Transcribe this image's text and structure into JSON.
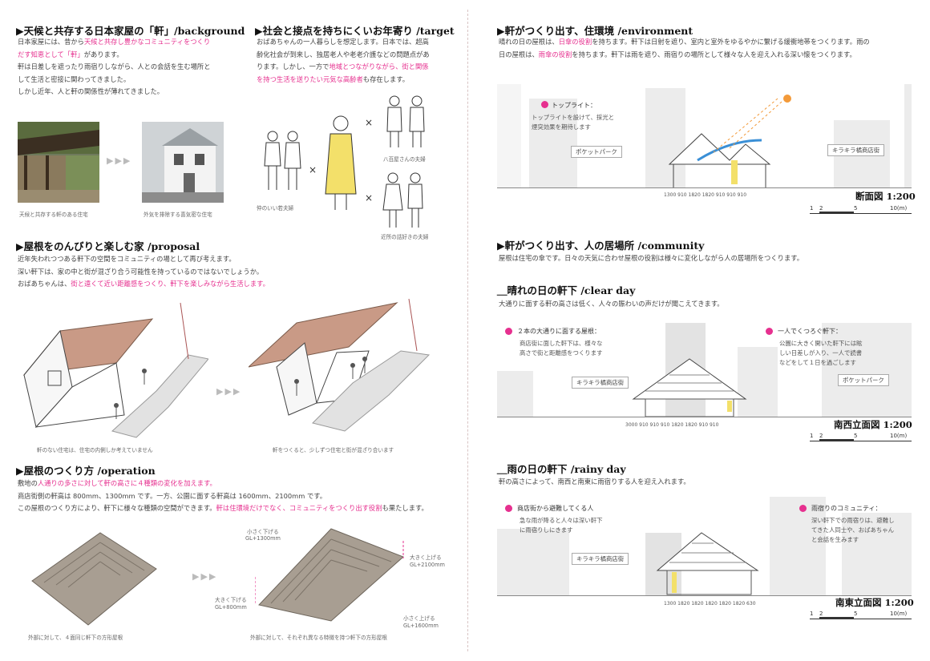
{
  "left": {
    "background": {
      "heading": "▶天候と共存する日本家屋の「軒」/background",
      "lines": [
        {
          "a": "日本家屋には、昔から",
          "b": "天候と共存し豊かなコミュニティをつくり",
          "c": ""
        },
        {
          "a": "",
          "b": "だす知恵として「軒」",
          "c": "があります。"
        },
        {
          "a": "軒は日差しを遮ったり雨宿りしながら、人との会話を生む場所と",
          "b": "",
          "c": ""
        },
        {
          "a": "して生活と密接に関わってきました。",
          "b": "",
          "c": ""
        },
        {
          "a": "しかし近年、人と軒の関係性が薄れてきました。",
          "b": "",
          "c": ""
        }
      ],
      "caption1": "天候と共存する軒のある住宅",
      "caption2": "外気を排除する喜気密な住宅",
      "arrows": "▶▶▶"
    },
    "target": {
      "heading": "▶社会と接点を持ちにくいお年寄り /target",
      "lines": [
        {
          "a": "おばあちゃんの一人暮らしを想定します。日本では、超高",
          "b": "",
          "c": ""
        },
        {
          "a": "齢化社会が到来し、独居老人や老老介護などの問題点があ",
          "b": "",
          "c": ""
        },
        {
          "a": "ります。しかし、一方で",
          "b": "地域とつながりながら、街と関係",
          "c": ""
        },
        {
          "a": "",
          "b": "を持つ生活を送りたい元気な高齢者",
          "c": "も存在します。"
        }
      ],
      "cap_couple": "仲のいい若夫婦",
      "cap_grocer": "八百屋さんの夫婦",
      "cap_neighbor": "近所の話好きの夫婦",
      "times": "×"
    },
    "proposal": {
      "heading": "▶屋根をのんびりと楽しむ家 /proposal",
      "lines": [
        {
          "a": "近年失われつつある軒下の空間をコミュニティの場として再び考えます。",
          "b": "",
          "c": ""
        },
        {
          "a": "深い軒下は、家の中と街が混ざり合う可能性を持っているのではないでしょうか。",
          "b": "",
          "c": ""
        },
        {
          "a": "おばあちゃんは、",
          "b": "街と遠くて近い距離感をつくり、軒下を楽しみながら生活します。",
          "c": ""
        }
      ],
      "caption1": "軒のない住宅は、住宅の内側しか考えていません",
      "caption2": "軒をつくると、少しずつ住宅と街が混ざり合います",
      "arrows": "▶▶▶"
    },
    "operation": {
      "heading": "▶屋根のつくり方 /operation",
      "lines": [
        {
          "a": "敷地の",
          "b": "人通りの多さに対して軒の高さに４種類の変化を加えます。",
          "c": ""
        },
        {
          "a": "商店街側の軒高は 800mm、1300mm です。一方、公園に面する軒高は 1600mm、2100mm です。",
          "b": "",
          "c": ""
        },
        {
          "a": "この屋根のつくり方により、軒下に様々な種類の空間ができます。",
          "b": "軒は住環境だけでなく、コミュニティをつくり出す役割",
          "c": "も果たします。"
        }
      ],
      "label_small_down": "小さく下げる",
      "label_small_down_v": "GL+1300mm",
      "label_big_up": "大きく上げる",
      "label_big_up_v": "GL+2100mm",
      "label_big_down": "大きく下げる",
      "label_big_down_v": "GL+800mm",
      "label_small_up": "小さく上げる",
      "label_small_up_v": "GL+1600mm",
      "caption1": "外部に対して、４面同じ軒下の方形屋根",
      "caption2": "外部に対して、それぞれ異なる特徴を持つ軒下の方形屋根",
      "arrows": "▶▶▶"
    }
  },
  "right": {
    "environment": {
      "heading": "▶軒がつくり出す、住環境 /environment",
      "lines": [
        {
          "a": "晴れの日の屋根は、",
          "b": "日傘の役割",
          "c": "を持ちます。軒下は日射を遮り、室内と室外をゆるやかに繋げる緩衝地帯をつくります。雨の"
        },
        {
          "a": "日の屋根は、",
          "b": "雨傘の役割",
          "c": "を持ちます。軒下は雨を遮り、雨宿りの場所として様々な人を迎え入れる深い懐をつくります。"
        }
      ],
      "point_title": "トップライト：",
      "point_text1": "トップライトを設けて、採光と",
      "point_text2": "煙突効果を期待します",
      "tag_park": "ポケットパーク",
      "tag_street": "キラキラ橘商店街",
      "dims": "1300 910 1820  1820 910 910 910",
      "scale_title": "断面図 1:200"
    },
    "community": {
      "heading": "▶軒がつくり出す、人の居場所 /community",
      "text": "屋根は住宅の傘です。日々の天気に合わせ屋根の役割は様々に変化しながら人の居場所をつくります。"
    },
    "clear": {
      "heading": "＿晴れの日の軒下 /clear day",
      "text": "大通りに面する軒の高さは低く、人々の賑わいの声だけが聞こえてきます。",
      "point1_title": "２本の大通りに面する屋根：",
      "point1_text1": "商店街に面した軒下は、様々な",
      "point1_text2": "高さで街と距離感をつくります",
      "point2_title": "一人でくつろぐ軒下：",
      "point2_text1": "公園に大きく開いた軒下には眩",
      "point2_text2": "しい日差しが入り、一人で読書",
      "point2_text3": "などをして１日を過ごします",
      "tag_street": "キラキラ橘商店街",
      "tag_park": "ポケットパーク",
      "dims": "3000  910 910 910 1820  1820 910 910",
      "scale_title": "南西立面図 1:200"
    },
    "rainy": {
      "heading": "＿雨の日の軒下 /rainy day",
      "text": "軒の高さによって、南西と南東に雨宿りする人を迎え入れます。",
      "point1_title": "商店街から避難してくる人",
      "point1_text1": "急な雨が降ると人々は深い軒下",
      "point1_text2": "に雨宿りしにきます",
      "point2_title": "雨宿りのコミュニティ：",
      "point2_text1": "深い軒下での雨宿りは、避難し",
      "point2_text2": "てきた人同士や、おばあちゃん",
      "point2_text3": "と会話を生みます",
      "tag_street": "キラキラ橘商店街",
      "dims": "1300 1820  1820 1820 1820 1820 630",
      "scale_title": "南東立面図 1:200"
    },
    "scalebar": {
      "t1": "1",
      "t2": "2",
      "t5": "5",
      "t10": "10(m)"
    }
  },
  "colors": {
    "accent": "#e6308f",
    "gray_block": "#e8e8e8",
    "yellow": "#f3e06a"
  }
}
